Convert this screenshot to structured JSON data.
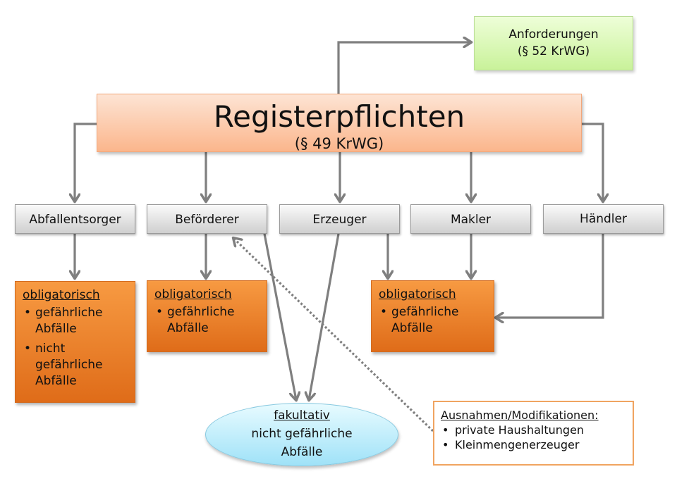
{
  "register": {
    "title": "Registerpflichten",
    "subtitle": "(§ 49 KrWG)"
  },
  "requirements": {
    "line1": "Anforderungen",
    "line2": "(§ 52 KrWG)"
  },
  "actors": [
    "Abfallentsorger",
    "Beförderer",
    "Erzeuger",
    "Makler",
    "Händler"
  ],
  "mandatory": [
    {
      "heading": "obligatorisch",
      "items": [
        "gefährliche Abfälle",
        "nicht gefährliche Abfälle"
      ]
    },
    {
      "heading": "obligatorisch",
      "items": [
        "gefährliche Abfälle"
      ]
    },
    {
      "heading": "obligatorisch",
      "items": [
        "gefährliche Abfälle"
      ]
    }
  ],
  "optional": {
    "heading": "fakultativ",
    "line1": "nicht gefährliche",
    "line2": "Abfälle"
  },
  "exceptions": {
    "heading": "Ausnahmen/Modifikationen:",
    "items": [
      "private Haushaltungen",
      "Kleinmengenerzeuger"
    ]
  },
  "colors": {
    "arrow": "#7f7f7f",
    "register": "#fbb68c",
    "requirements": "#c9f29a",
    "mandatory": "#f08c35",
    "optional": "#9fe2f8",
    "exceptions_border": "#f0a460"
  }
}
